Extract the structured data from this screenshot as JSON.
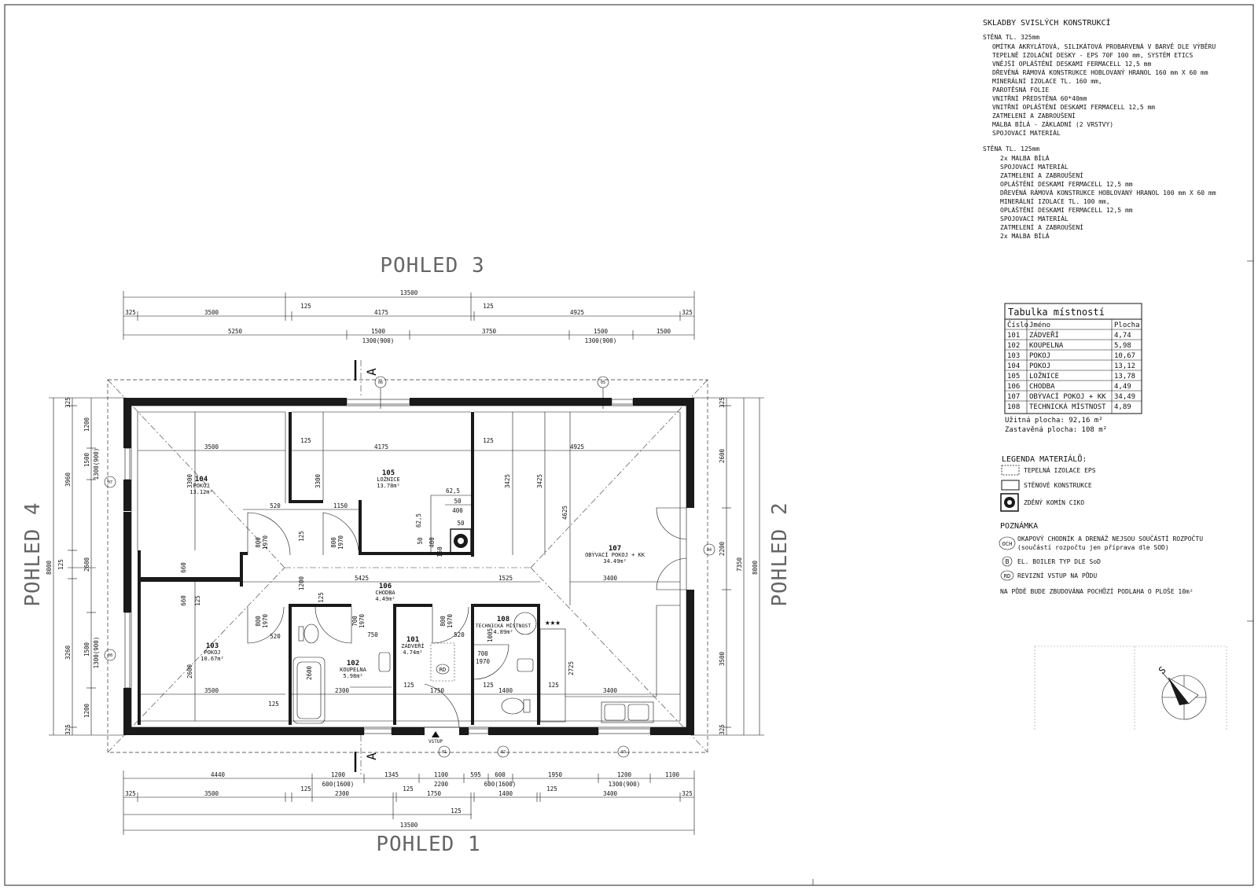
{
  "views": {
    "top": "POHLED 3",
    "bottom": "POHLED 1",
    "left": "POHLED 4",
    "right": "POHLED 2"
  },
  "section_mark": "A",
  "composition": {
    "title": "SKLADBY SVISLÝCH KONSTRUKCÍ",
    "wall1_title": "STĚNA TL. 325mm",
    "wall1_layers": [
      "OMÍTKA AKRYLÁTOVÁ, SILIKÁTOVÁ PROBARVENÁ V BARVĚ DLE VÝBĚRU",
      "TEPELNĚ IZOLAČNÍ DESKY - EPS 70F 100 mm, SYSTÉM ETICS",
      "VNĚJŠÍ OPLÁŠTĚNÍ DESKAMI FERMACELL 12,5 mm",
      "DŘEVĚNÁ RÁMOVÁ KONSTRUKCE HOBLOVANÝ HRANOL 160 mm X 60 mm",
      "MINERÁLNÍ IZOLACE TL. 160 mm,",
      "PAROTĚSNÁ FOLIE",
      "VNITŘNÍ PŘEDSTĚNA 60*40mm",
      "VNITŘNÍ OPLÁŠTĚNÍ DESKAMI FERMACELL 12,5 mm",
      "ZATMELENÍ A ZABROUŠENÍ",
      "MALBA BÍLÁ - ZÁKLADNÍ (2 VRSTVY)",
      "SPOJOVACÍ MATERIÁL"
    ],
    "wall2_title": "STĚNA TL. 125mm",
    "wall2_layers": [
      "2x MALBA BÍLÁ",
      "SPOJOVACÍ MATERIÁL",
      "ZATMELENÍ A ZABROUŠENÍ",
      "OPLÁŠTĚNÍ DESKAMI FERMACELL 12,5 mm",
      "DŘEVĚNÁ RÁMOVÁ KONSTRUKCE HOBLOVANÝ HRANOL 100 mm X 60 mm",
      "MINERÁLNÍ IZOLACE TL. 100 mm,",
      "OPLÁŠTĚNÍ DESKAMI FERMACELL 12,5 mm",
      "SPOJOVACÍ MATERIÁL",
      "ZATMELENÍ A ZABROUŠENÍ",
      "2x MALBA BÍLÁ"
    ]
  },
  "room_table": {
    "title": "Tabulka místností",
    "headers": [
      "Číslo",
      "Jméno",
      "Plocha"
    ],
    "rows": [
      [
        "101",
        "ZÁDVEŘÍ",
        "4,74"
      ],
      [
        "102",
        "KOUPELNA",
        "5,98"
      ],
      [
        "103",
        "POKOJ",
        "10,67"
      ],
      [
        "104",
        "POKOJ",
        "13,12"
      ],
      [
        "105",
        "LOŽNICE",
        "13,78"
      ],
      [
        "106",
        "CHODBA",
        "4,49"
      ],
      [
        "107",
        "OBÝVACÍ POKOJ + KK",
        "34,49"
      ],
      [
        "108",
        "TECHNICKÁ MÍSTNOST",
        "4,89"
      ]
    ],
    "useful_area": "Užitná plocha: 92,16 m²",
    "built_area": "Zastavěná plocha: 108 m²"
  },
  "legend": {
    "title": "LEGENDA MATERIÁLŮ:",
    "items": [
      "TEPELNÁ IZOLACE EPS",
      "STĚNOVÉ KONSTRUKCE",
      "ZDĚNÝ KOMÍN CIKO"
    ]
  },
  "notes": {
    "title": "POZNÁMKA",
    "och_symbol": "OCH",
    "och_line1": "OKAPOVÝ CHODNÍK A DRENÁŽ NEJSOU SOUČÁSTÍ ROZPOČTU",
    "och_line2": "(součástí rozpočtu jen příprava dle SOD)",
    "boiler_symbol": "B",
    "boiler": "EL. BOILER TYP DLE SoD",
    "revision_symbol": "RD",
    "revision": "REVIZNÍ VSTUP NA PŮDU",
    "attic": "NA PŮDĚ BUDE ZBUDOVÁNA POCHŮZÍ PODLAHA O PLOŠE 10m²"
  },
  "rooms": {
    "r104": {
      "num": "104",
      "name": "POKOJ",
      "area": "13.12m²"
    },
    "r105": {
      "num": "105",
      "name": "LOŽNICE",
      "area": "13.78m²"
    },
    "r107": {
      "num": "107",
      "name": "OBÝVACÍ POKOJ + KK",
      "area": "34.49m²"
    },
    "r106": {
      "num": "106",
      "name": "CHODBA",
      "area": "4.49m²"
    },
    "r103": {
      "num": "103",
      "name": "POKOJ",
      "area": "10.67m²"
    },
    "r102": {
      "num": "102",
      "name": "KOUPELNA",
      "area": "5.98m²"
    },
    "r101": {
      "num": "101",
      "name": "ZÁDVEŘÍ",
      "area": "4.74m²"
    },
    "r108": {
      "num": "108",
      "name": "TECHNICKÁ MÍSTNOST",
      "area": "4.89m²"
    }
  },
  "entry_label": "VSTUP",
  "axis_labels": {
    "t1": "06",
    "t2": "05",
    "l1": "07",
    "l2": "08",
    "r1": "04",
    "b1": "01",
    "b2": "02",
    "b3": "03"
  },
  "dims_top": {
    "total": "13500",
    "row1": [
      "325",
      "3500",
      "125",
      "4175",
      "125",
      "4925",
      "325"
    ],
    "row2": [
      "5250",
      "1500",
      "3750",
      "1500",
      "1500"
    ],
    "row2_sub": [
      "1300(900)",
      "1300(900)"
    ]
  },
  "dims_bottom": {
    "row1": [
      "4440",
      "1200",
      "1345",
      "1100",
      "595",
      "600",
      "1950",
      "1200",
      "1100"
    ],
    "row1_sub": [
      "600(1600)",
      "2200",
      "600(1600)",
      "1300(900)"
    ],
    "row2": [
      "325",
      "3500",
      "125",
      "2300",
      "125",
      "1750",
      "1400",
      "125",
      "3400",
      "325"
    ],
    "row3": [
      "125"
    ],
    "total": "13500"
  },
  "dims_left": {
    "outer": [
      "325",
      "1200",
      "1500",
      "1300(900)",
      "3960",
      "125",
      "2600",
      "8000",
      "3260",
      "1500",
      "1300(900)",
      "1200",
      "325"
    ]
  },
  "dims_right": {
    "outer": [
      "325",
      "2600",
      "2200",
      "7350",
      "8000",
      "3500",
      "325"
    ]
  },
  "dims_inner": {
    "r104_w": "3500",
    "r104_h": "3300",
    "r105_w": "4175",
    "r105_h": "3300",
    "r105_wall": "125",
    "r107_w": "4925",
    "r107_h1": "3425",
    "r107_h2": "3425",
    "r107_h3": "4625",
    "r107_wall": "125",
    "door_a": "520",
    "door_b": "1150",
    "door_800a": "800",
    "door_1970a": "1970",
    "door_800b": "800",
    "door_1970b": "1970",
    "c_625": "62,5",
    "c_50a": "50",
    "c_400a": "400",
    "c_50b": "50",
    "c_625b": "62,5",
    "c_50c": "50",
    "c_400b": "400",
    "c_150": "150",
    "hall_w1": "5425",
    "hall_w2": "1525",
    "hall_w3": "3400",
    "hall_h": "1200",
    "hall_660a": "660",
    "hall_660b": "660",
    "hall_125a": "125",
    "hall_125b": "125",
    "hall_125c": "125",
    "r103_w": "3500",
    "r103_h": "2600",
    "r103_125": "125",
    "r103_520": "520",
    "r103_800": "800",
    "r103_1970": "1970",
    "r102_w": "2300",
    "r102_260": "2600",
    "r102_700": "700",
    "r102_1970": "1970",
    "r102_750": "750",
    "r101_w": "1750",
    "r101_125": "125",
    "r101_800": "800",
    "r101_1970": "1970",
    "r101_520": "520",
    "r108_w": "1400",
    "r108_125": "125",
    "r108_700": "700",
    "r108_1970": "1970",
    "r108_1005": "1005",
    "r108_125b": "125",
    "r107_b": "3400",
    "r107_2725": "2725"
  },
  "compass_symbol": "S"
}
